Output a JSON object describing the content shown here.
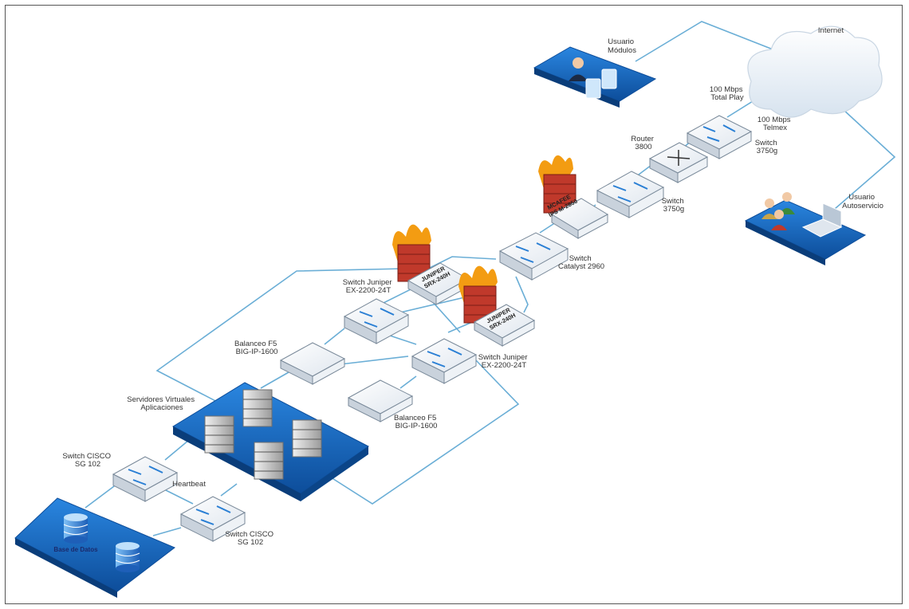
{
  "colors": {
    "link": "#6aaed6",
    "platform": "#1b6fc9",
    "platform_dark": "#0d4d9a",
    "firewall_brick": "#c0392b",
    "flame": "#f39c12"
  },
  "labels": {
    "usuario_modulos": [
      "Usuario",
      "Módulos"
    ],
    "internet": "Internet",
    "total_play": [
      "100 Mbps",
      "Total Play"
    ],
    "telmex": [
      "100 Mbps",
      "Telmex"
    ],
    "router": [
      "Router",
      "3800"
    ],
    "switch_3750_top": [
      "Switch",
      "3750g"
    ],
    "switch_3750_mid": [
      "Switch",
      "3750g"
    ],
    "usuario_autoservicio": [
      "Usuario",
      "Autoservicio"
    ],
    "mcafee": [
      "MCAFEE",
      "IPS M-2850"
    ],
    "switch_catalyst": [
      "Switch",
      "Catalyst 2960"
    ],
    "juniper_fw1": [
      "JUNIPER",
      "SRX-240H"
    ],
    "juniper_fw2": [
      "JUNIPER",
      "SRX-240H"
    ],
    "switch_juniper_1": [
      "Switch Juniper",
      "EX-2200-24T"
    ],
    "switch_juniper_2": [
      "Switch Juniper",
      "EX-2200-24T"
    ],
    "balanceo_1": [
      "Balanceo F5",
      "BIG-IP-1600"
    ],
    "balanceo_2": [
      "Balanceo F5",
      "BIG-IP-1600"
    ],
    "servidores": [
      "Servidores Virtuales",
      "Aplicaciones"
    ],
    "switch_cisco_1": [
      "Switch CISCO",
      "SG 102"
    ],
    "switch_cisco_2": [
      "Switch CISCO",
      "SG 102"
    ],
    "heartbeat": "Heartbeat",
    "base_datos": "Base de Datos"
  }
}
